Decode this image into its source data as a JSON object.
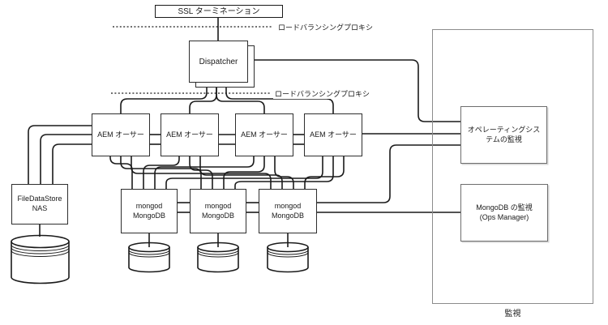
{
  "diagram": {
    "ssl_termination": {
      "label": "SSL ターミネーション"
    },
    "load_balancer_labels": [
      {
        "label": "ロードバランシングプロキシ"
      },
      {
        "label": "ロードバランシングプロキシ"
      }
    ],
    "dispatcher": {
      "label": "Dispatcher"
    },
    "aem_authors": [
      {
        "label": "AEM オーサー"
      },
      {
        "label": "AEM オーサー"
      },
      {
        "label": "AEM オーサー"
      },
      {
        "label": "AEM オーサー"
      }
    ],
    "file_datastore": {
      "line1": "FileDataStore",
      "line2": "NAS"
    },
    "mongod_nodes": [
      {
        "line1": "mongod",
        "line2": "MongoDB"
      },
      {
        "line1": "mongod",
        "line2": "MongoDB"
      },
      {
        "line1": "mongod",
        "line2": "MongoDB"
      }
    ],
    "monitoring_group": {
      "os_monitoring": {
        "line1": "オペレーティングシス",
        "line2": "テムの監視"
      },
      "mongodb_monitoring": {
        "line1": "MongoDB の監視",
        "line2": "(Ops Manager)"
      },
      "caption": "監視"
    },
    "colors": {
      "line": "#1a1a1a",
      "box_border": "#2e2e2e",
      "group_border": "#8c8c8c",
      "background": "#ffffff"
    }
  }
}
